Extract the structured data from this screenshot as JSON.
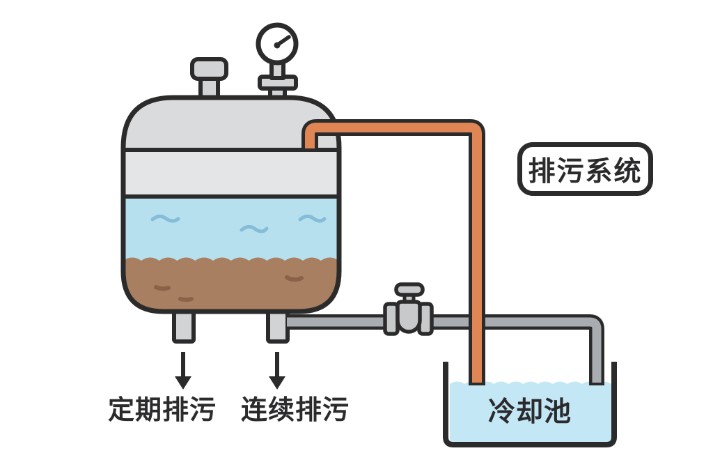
{
  "diagram_title": "排污系统",
  "labels": {
    "system_box": "排污系统",
    "periodic_blowdown": "定期排污",
    "continuous_blowdown": "连续排污",
    "cooling_pool": "冷却池"
  },
  "colors": {
    "outline": "#2b2b2c",
    "tank_dome": "#dadbdd",
    "tank_band": "#e4e5e7",
    "water": "#b7e0ee",
    "water_wave": "#85bcd8",
    "sediment": "#a87f60",
    "sediment_dash": "#8a6248",
    "fitting_gray": "#d2d3d5",
    "valve_gray": "#c8c9cb",
    "pipe_gray": "#a9acb1",
    "pipe_orange": "#e08655",
    "pool_water": "#c3e7f4",
    "text": "#2b2b2d",
    "background": "#ffffff"
  }
}
